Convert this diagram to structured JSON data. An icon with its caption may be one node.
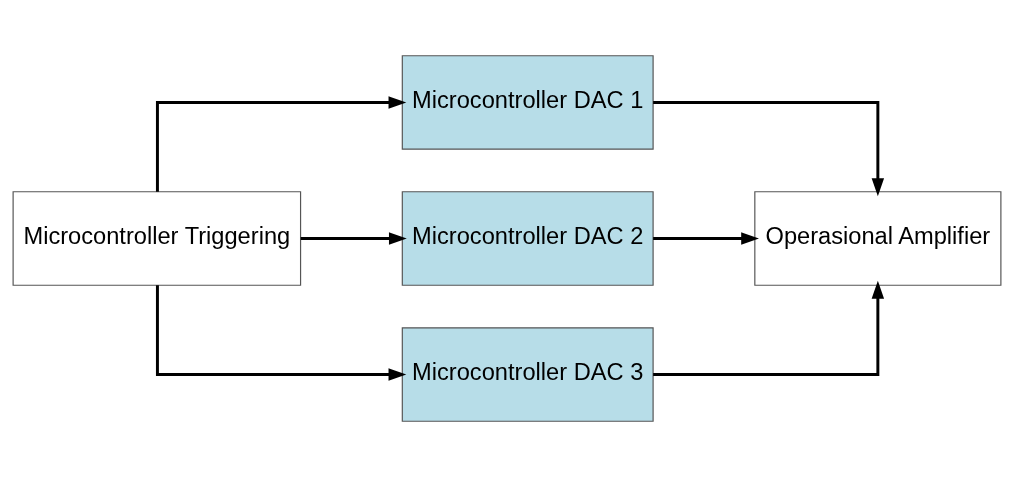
{
  "diagram": {
    "nodes": [
      {
        "text": [
          "Microcontroller Triggering"
        ]
      },
      {
        "text": [
          "Microcontroller DAC 1"
        ]
      },
      {
        "text": [
          "Microcontroller DAC 2"
        ]
      },
      {
        "text": [
          "Microcontroller DAC 3"
        ]
      },
      {
        "text": [
          "Operasional Amplifier"
        ]
      }
    ],
    "edges": [
      {
        "from": 0,
        "to": 1,
        "arrow": "to"
      },
      {
        "from": 0,
        "to": 2,
        "arrow": "to"
      },
      {
        "from": 0,
        "to": 3,
        "arrow": "to"
      },
      {
        "from": 1,
        "to": 4,
        "arrow": "to"
      },
      {
        "from": 2,
        "to": 4,
        "arrow": "to"
      },
      {
        "from": 3,
        "to": 4,
        "arrow": "to"
      }
    ]
  }
}
